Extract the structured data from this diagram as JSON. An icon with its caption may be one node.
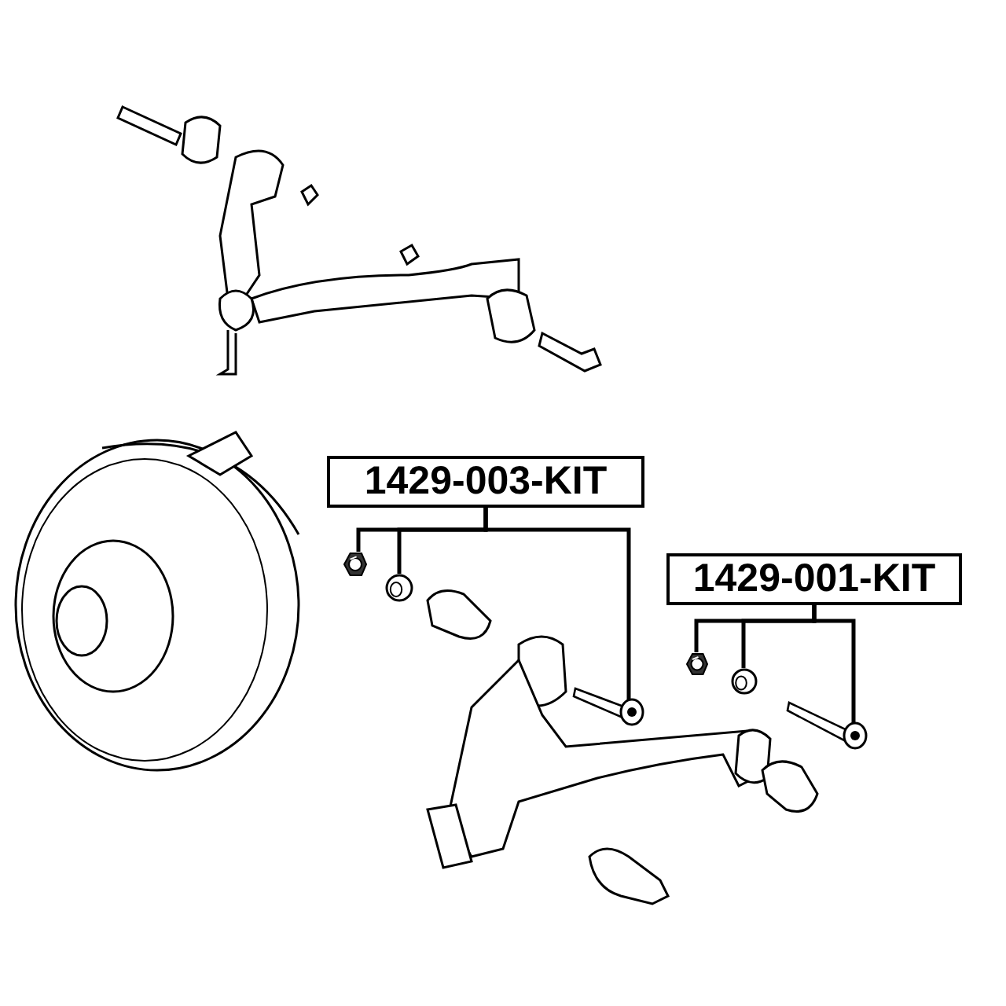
{
  "diagram": {
    "nodes": [
      {
        "text": [
          "1429-003-KIT"
        ]
      },
      {
        "text": [],
        "shape": "picture"
      },
      {
        "text": [],
        "shape": "picture"
      },
      {
        "text": [],
        "shape": "picture"
      },
      {
        "text": [
          "1429-001-KIT"
        ]
      },
      {
        "text": [],
        "shape": "picture"
      },
      {
        "text": [],
        "shape": "picture"
      },
      {
        "text": [],
        "shape": "picture"
      }
    ],
    "edges": [
      {
        "from": 0,
        "to": 1,
        "arrow": "none"
      },
      {
        "from": 0,
        "to": 2,
        "arrow": "none"
      },
      {
        "from": 0,
        "to": 3,
        "arrow": "none"
      },
      {
        "from": 4,
        "to": 5,
        "arrow": "none"
      },
      {
        "from": 4,
        "to": 6,
        "arrow": "none"
      },
      {
        "from": 4,
        "to": 7,
        "arrow": "none"
      }
    ]
  }
}
